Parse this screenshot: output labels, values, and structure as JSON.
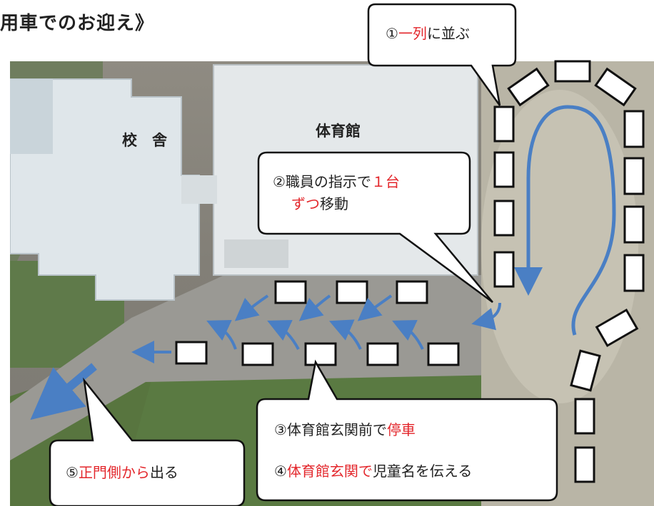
{
  "title": "用車でのお迎え》",
  "buildings": {
    "school": "校　舎",
    "gym": "体育館"
  },
  "callouts": {
    "c1": {
      "num": "①",
      "red": "一列",
      "rest": "に並ぶ"
    },
    "c2": {
      "line1_a": "②職員の指示で",
      "line1_red": "１台",
      "line2_red": "ずつ",
      "line2_rest": "移動"
    },
    "c3": {
      "a": "③体育館玄関前で",
      "red": "停車"
    },
    "c4": {
      "num": "④",
      "red": "体育館玄関で",
      "rest": "児童名を伝える"
    },
    "c5": {
      "num": "⑤",
      "red": "正門側から",
      "rest": "出る"
    }
  },
  "colors": {
    "arrow": "#4a7fc4",
    "highlight": "#e3262b",
    "car_fill": "#ffffff",
    "car_stroke": "#111111"
  }
}
